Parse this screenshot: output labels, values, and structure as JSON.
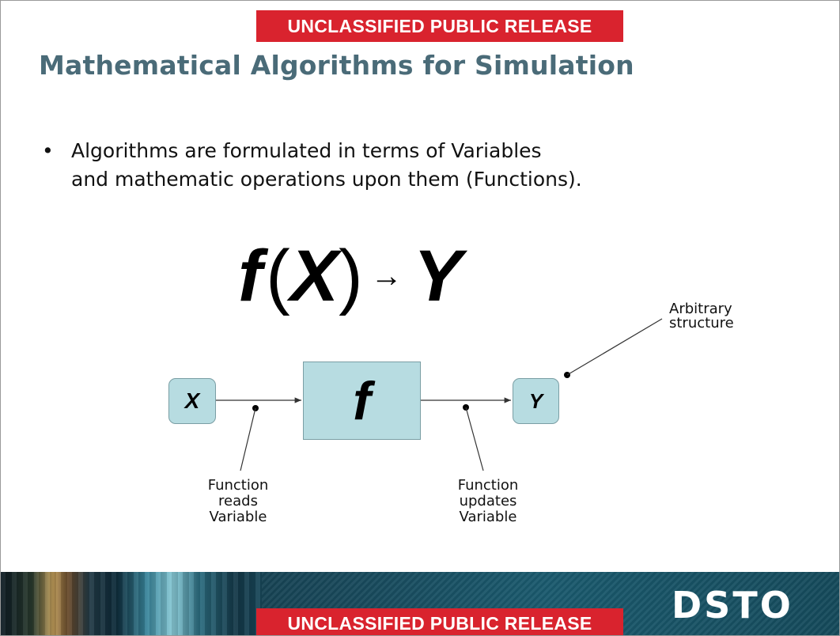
{
  "banner": {
    "top": "UNCLASSIFIED PUBLIC RELEASE",
    "bottom": "UNCLASSIFIED PUBLIC RELEASE"
  },
  "title": "Mathematical Algorithms for Simulation",
  "bullet": {
    "marker": "•",
    "text": "Algorithms are formulated in terms of Variables\nand mathematic operations upon them (Functions)."
  },
  "formula": {
    "f": "f",
    "open_paren": "(",
    "x": "X",
    "close_paren": ")",
    "arrow": "→",
    "y": "Y"
  },
  "diagram": {
    "input_label": "X",
    "function_label": "f",
    "output_label": "Y",
    "note_reads": "Function\nreads\nVariable",
    "note_updates": "Function\nupdates\nVariable",
    "note_arbitrary": "Arbitrary\nstructure"
  },
  "footer": {
    "logo": "DSTO"
  },
  "colors": {
    "banner": "#d9232e",
    "title": "#4a6b78",
    "box_fill": "#b7dce1",
    "footer": "#18485a"
  }
}
